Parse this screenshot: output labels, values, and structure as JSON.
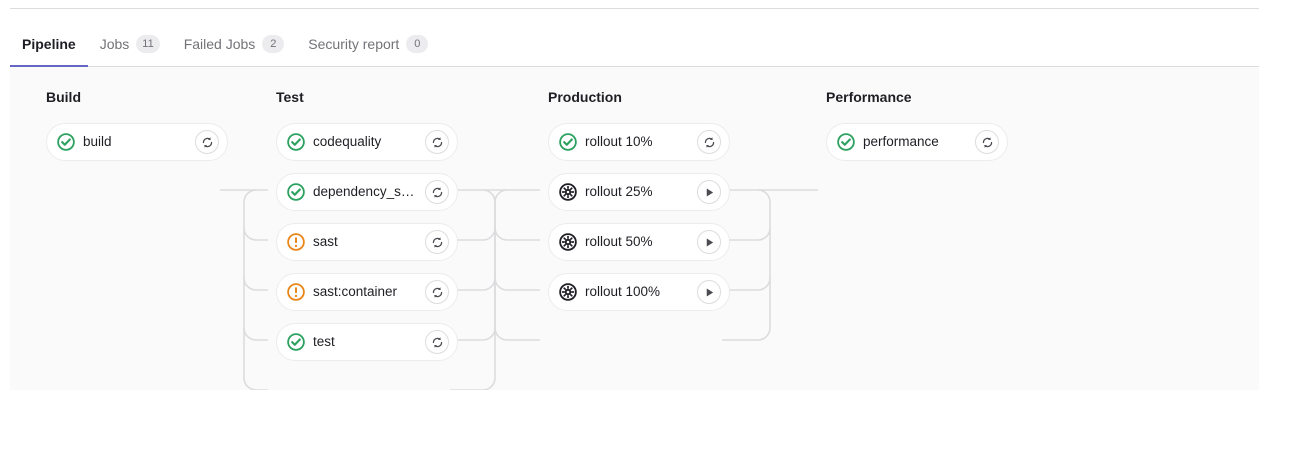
{
  "tabs": [
    {
      "label": "Pipeline",
      "badge": null,
      "active": true,
      "name": "tab-pipeline"
    },
    {
      "label": "Jobs",
      "badge": "11",
      "active": false,
      "name": "tab-jobs"
    },
    {
      "label": "Failed Jobs",
      "badge": "2",
      "active": false,
      "name": "tab-failed-jobs"
    },
    {
      "label": "Security report",
      "badge": "0",
      "active": false,
      "name": "tab-security-report"
    }
  ],
  "colors": {
    "accent": "#6666c4",
    "success": "#2da160",
    "warning": "#e9861a",
    "manual": "#1f1e24",
    "connector": "#dcdcde",
    "graph_bg": "#fafafa"
  },
  "pipeline": {
    "stages": [
      {
        "name": "Build",
        "jobs": [
          {
            "name": "build",
            "status": "success",
            "action": "retry"
          }
        ]
      },
      {
        "name": "Test",
        "jobs": [
          {
            "name": "codequality",
            "status": "success",
            "action": "retry"
          },
          {
            "name": "dependency_s…",
            "status": "success",
            "action": "retry"
          },
          {
            "name": "sast",
            "status": "warning",
            "action": "retry"
          },
          {
            "name": "sast:container",
            "status": "warning",
            "action": "retry"
          },
          {
            "name": "test",
            "status": "success",
            "action": "retry"
          }
        ]
      },
      {
        "name": "Production",
        "jobs": [
          {
            "name": "rollout 10%",
            "status": "success",
            "action": "retry"
          },
          {
            "name": "rollout 25%",
            "status": "manual",
            "action": "play"
          },
          {
            "name": "rollout 50%",
            "status": "manual",
            "action": "play"
          },
          {
            "name": "rollout 100%",
            "status": "manual",
            "action": "play"
          }
        ]
      },
      {
        "name": "Performance",
        "jobs": [
          {
            "name": "performance",
            "status": "success",
            "action": "retry"
          }
        ]
      }
    ]
  }
}
